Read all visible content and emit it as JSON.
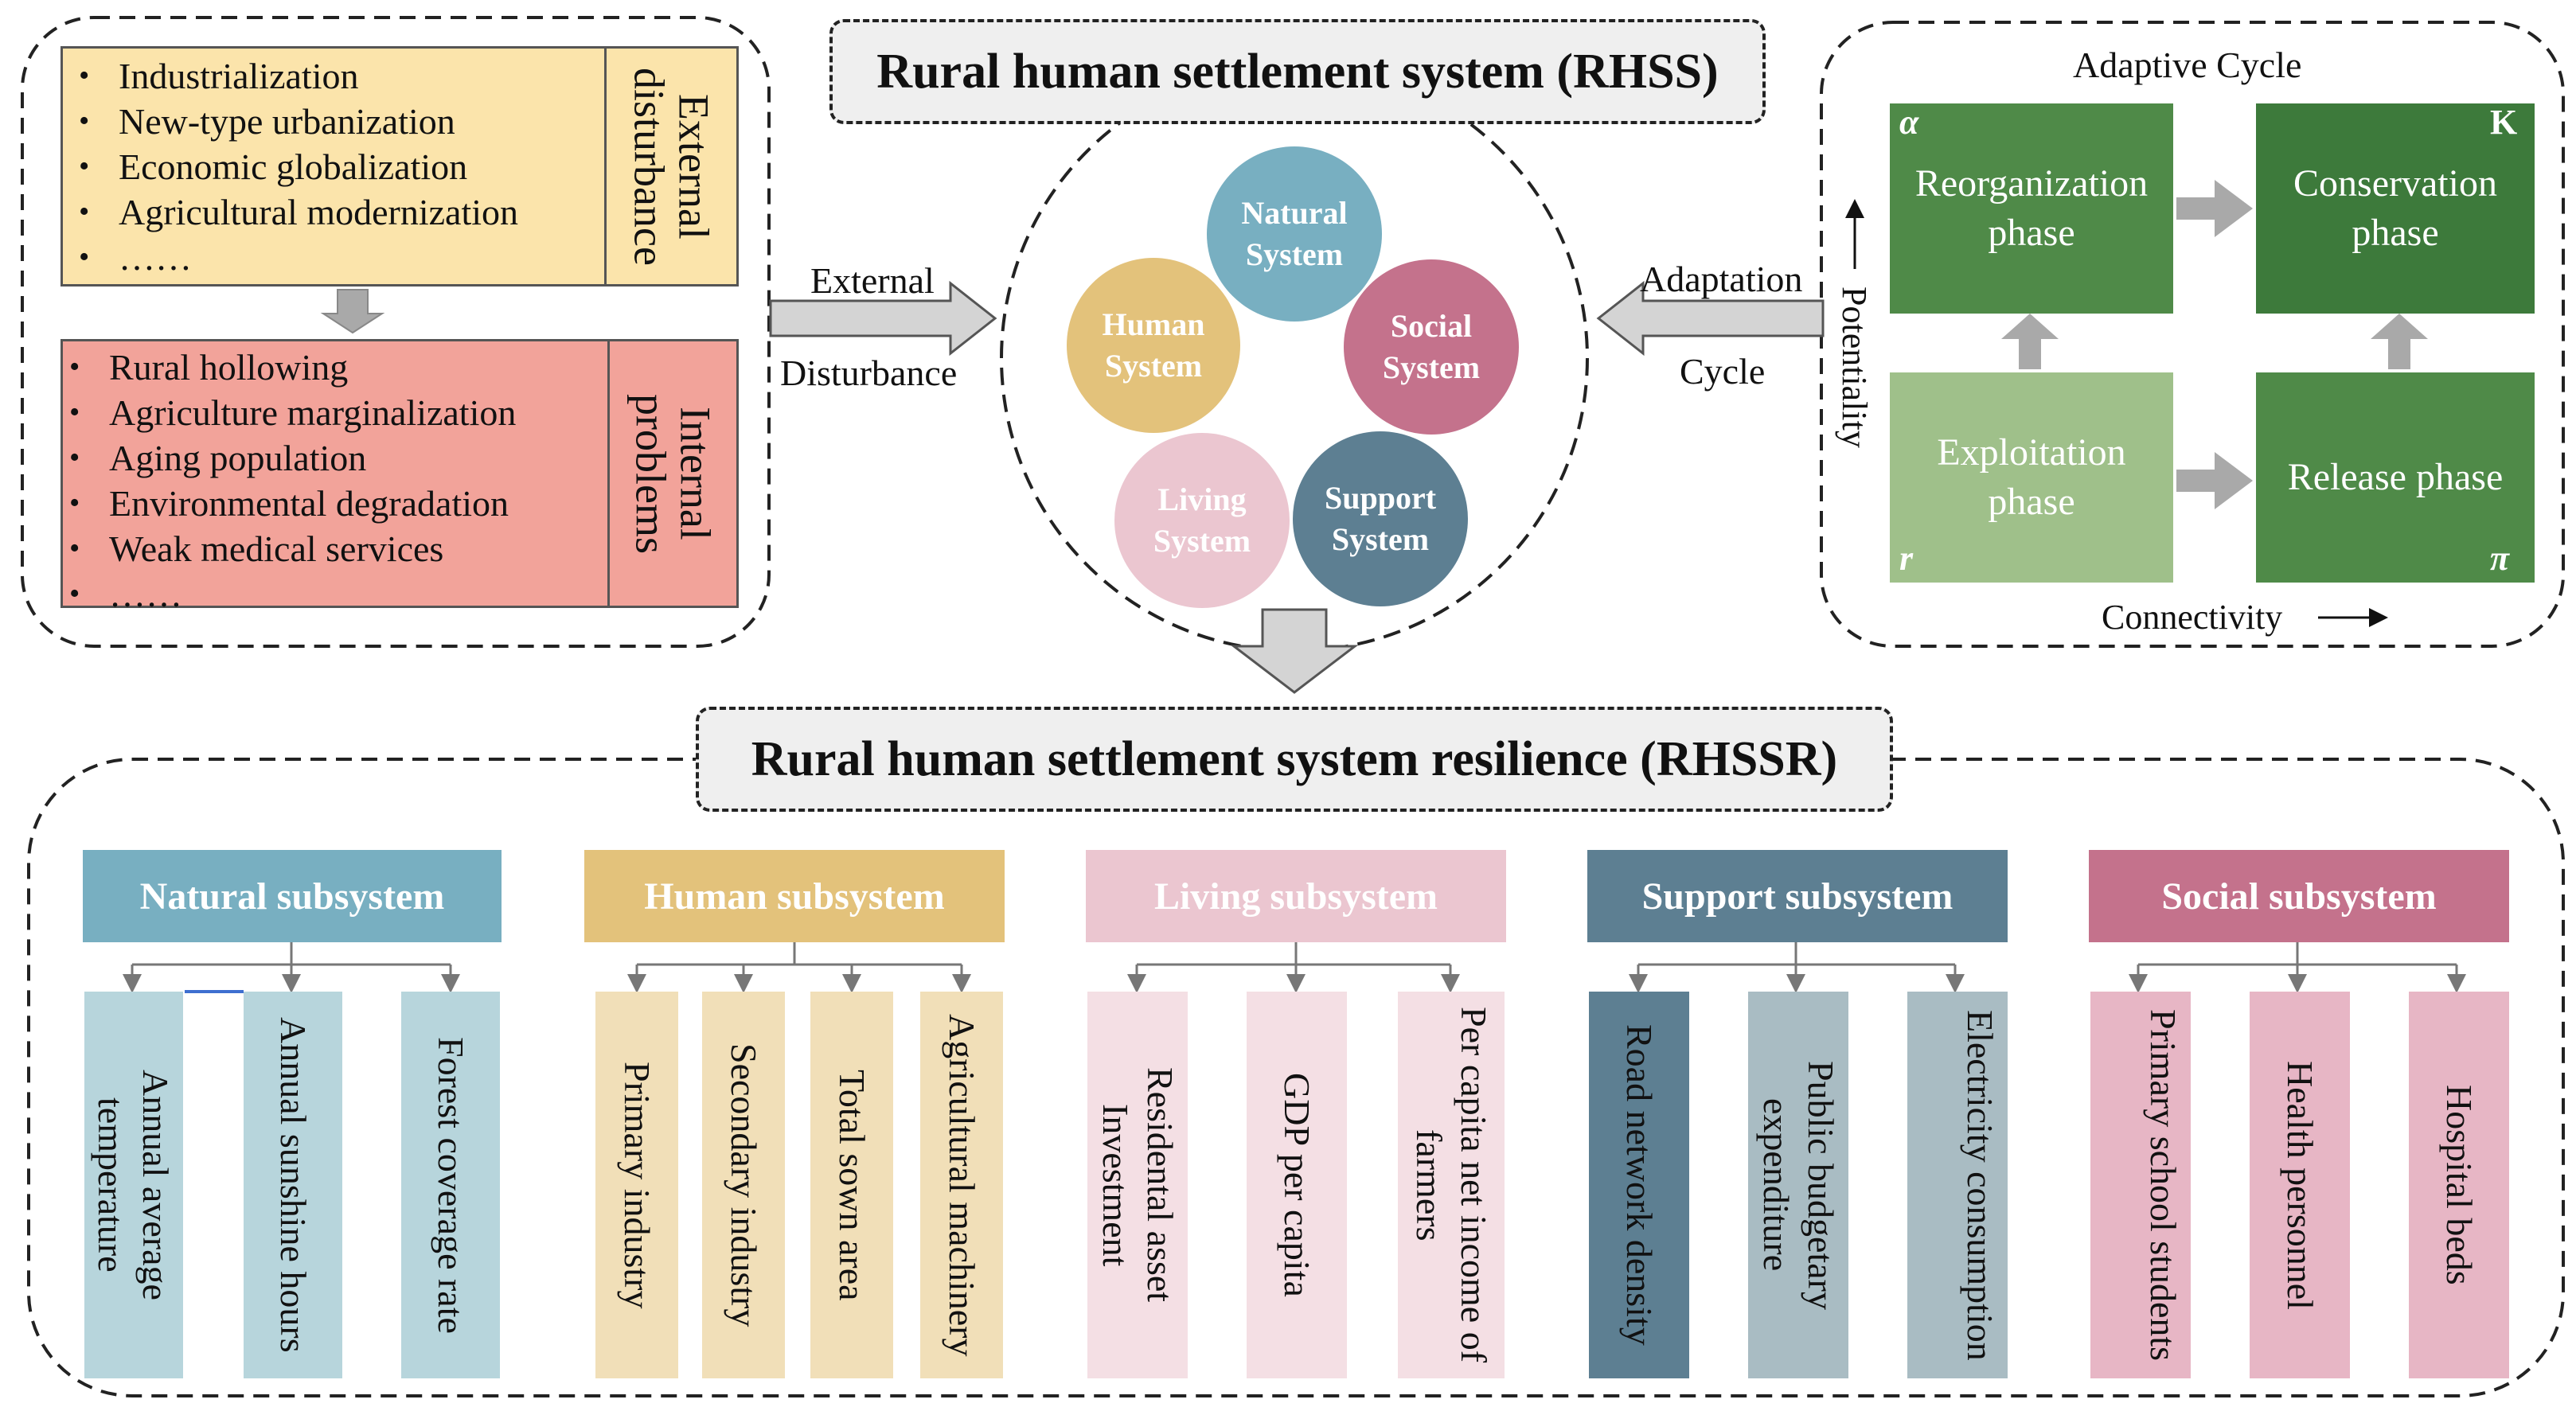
{
  "colors": {
    "external_bg": "#fbe4ab",
    "internal_bg": "#f2a39a",
    "natural": "#78afc1",
    "human": "#e3c27b",
    "social": "#c4728c",
    "living": "#ebc6d0",
    "support": "#5d7f92",
    "green_dark": "#3d7a3b",
    "green_mid": "#4f8a48",
    "green_light": "#9fc08a",
    "natural_light": "#b7d5dc",
    "human_light": "#f1dfb8",
    "living_light": "#f4dfe4",
    "support_light": "#a9bcc3",
    "social_light": "#e7b6c5",
    "arrow_gray": "#a9a9a9"
  },
  "left_panel": {
    "external": {
      "items": [
        "Industrialization",
        "New-type urbanization",
        "Economic globalization",
        "Agricultural modernization",
        "……"
      ],
      "label": "External disturbance"
    },
    "internal": {
      "items": [
        "Rural hollowing",
        "Agriculture marginalization",
        "Aging population",
        "Environmental degradation",
        "Weak medical services",
        "……"
      ],
      "label": "Internal problems"
    }
  },
  "connectors": {
    "left_top": "External",
    "left_bottom": "Disturbance",
    "right_top": "Adaptation",
    "right_bottom": "Cycle"
  },
  "center": {
    "title": "Rural human settlement system (RHSS)",
    "circles": {
      "natural": "Natural System",
      "human": "Human System",
      "social": "Social System",
      "living": "Living System",
      "support": "Support System"
    }
  },
  "adaptive": {
    "title": "Adaptive Cycle",
    "reorganization": "Reorganization phase",
    "conservation": "Conservation phase",
    "exploitation": "Exploitation phase",
    "release": "Release phase",
    "alpha": "α",
    "k": "K",
    "r": "r",
    "pi": "π",
    "potentiality": "Potentiality",
    "connectivity": "Connectivity"
  },
  "bottom": {
    "title": "Rural human settlement system resilience (RHSSR)",
    "subsystems": [
      {
        "title": "Natural subsystem",
        "indicators": [
          "Annual average temperature",
          "Annual sunshine hours",
          "Forest coverage rate"
        ]
      },
      {
        "title": "Human subsystem",
        "indicators": [
          "Primary industry",
          "Secondary industry",
          "Total sown area",
          "Agricultural machinery"
        ]
      },
      {
        "title": "Living subsystem",
        "indicators": [
          "Residental asset Investment",
          "GDP per capita",
          "Per capita net income of farmers"
        ]
      },
      {
        "title": "Support subsystem",
        "indicators": [
          "Road network density",
          "Public budgetary expenditure",
          "Electricity consumption"
        ]
      },
      {
        "title": "Social subsystem",
        "indicators": [
          "Primary school students",
          "Health personnel",
          "Hospital beds"
        ]
      }
    ]
  }
}
